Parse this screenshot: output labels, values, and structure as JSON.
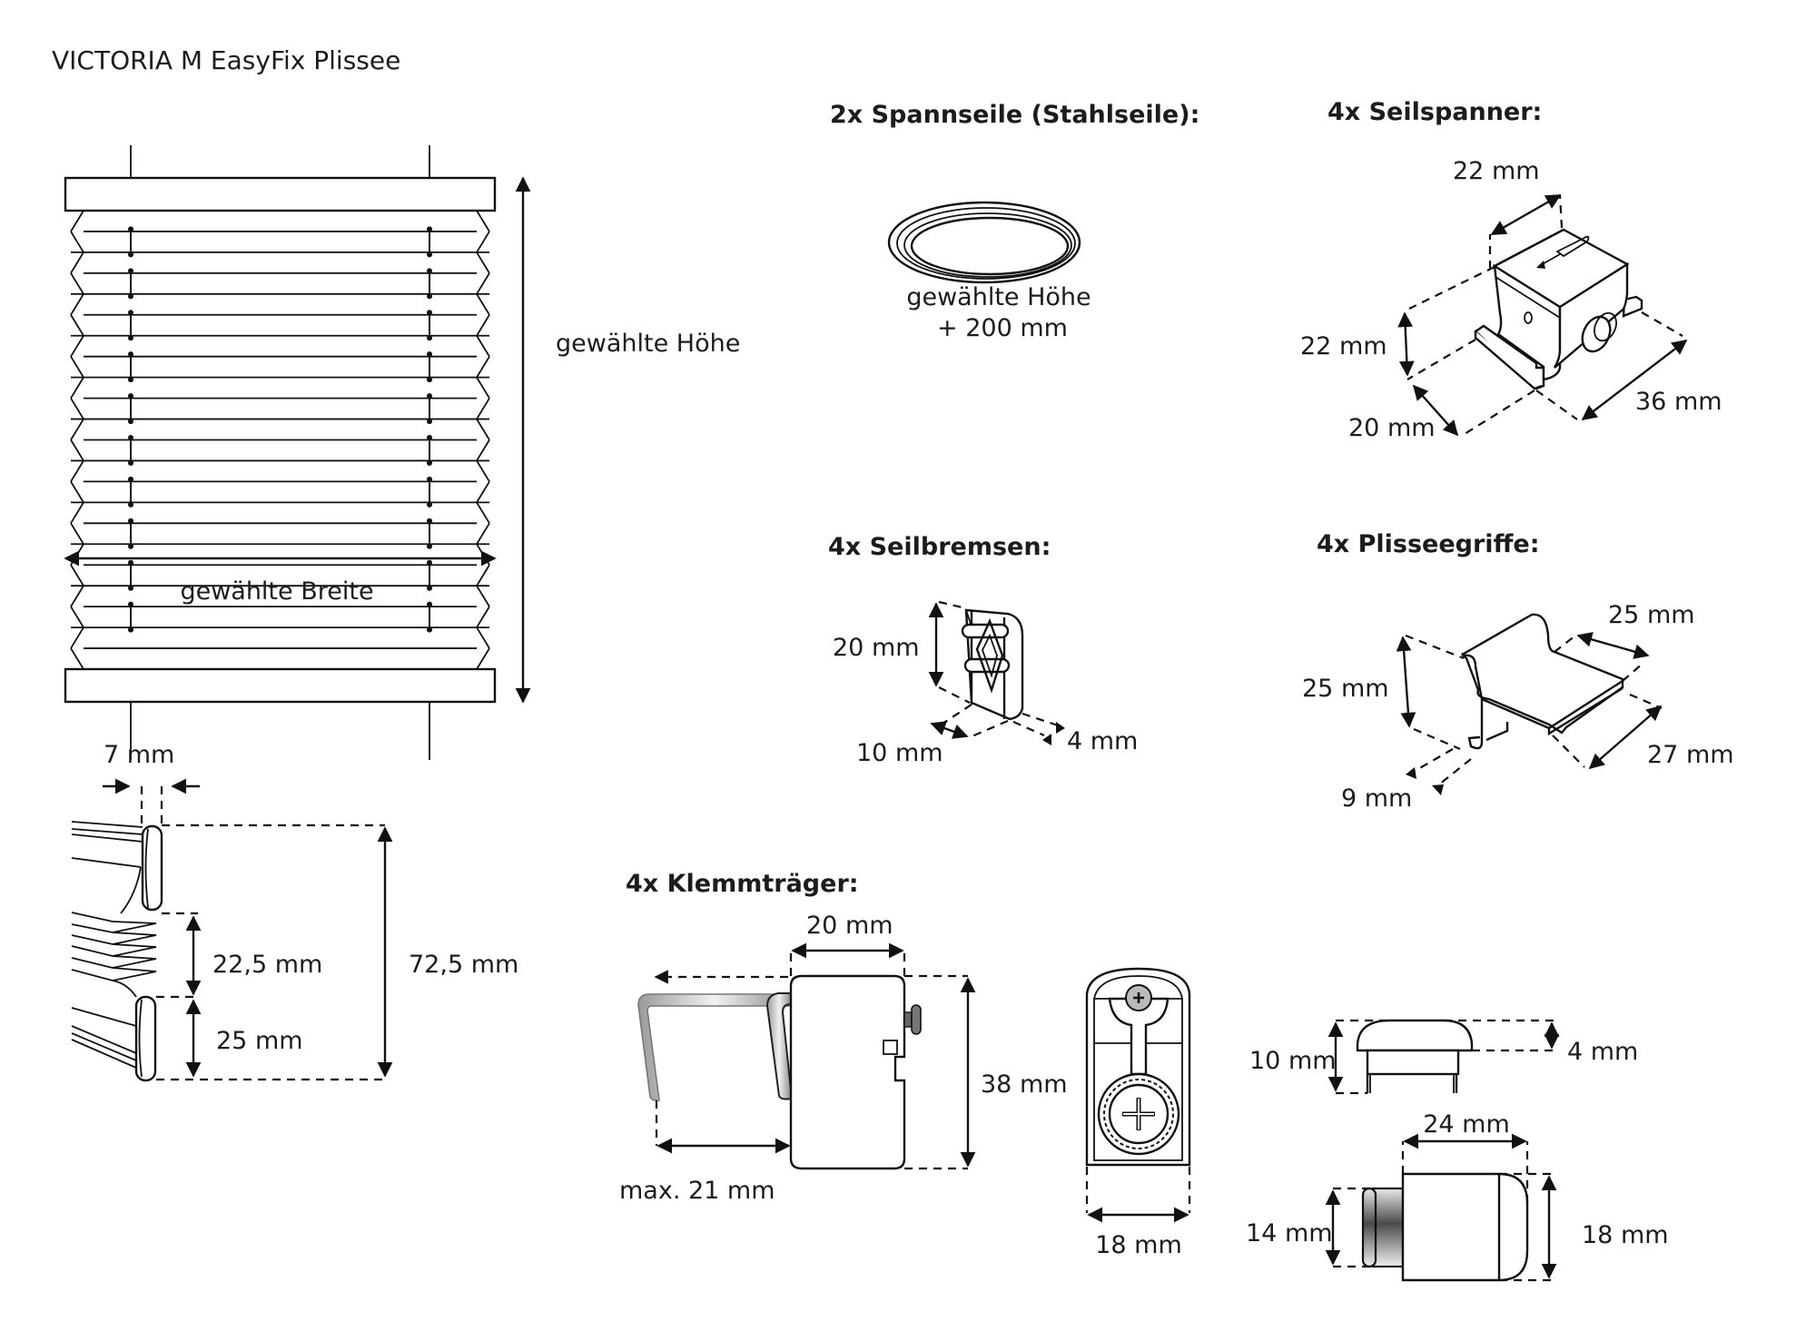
{
  "document": {
    "title": "VICTORIA M EasyFix Plissee"
  },
  "overview": {
    "height_label": "gewählte Höhe",
    "width_label": "gewählte Breite"
  },
  "profile": {
    "depth_label": "7 mm",
    "total_height_label": "72,5 mm",
    "pleat_pack_label": "22,5 mm",
    "rail_label": "25 mm"
  },
  "components": {
    "spannseile": {
      "heading": "2x Spannseile (Stahlseile):",
      "length_line1": "gewählte Höhe",
      "length_line2": "+ 200 mm"
    },
    "seilspanner": {
      "heading": "4x Seilspanner:",
      "dims": {
        "top": "22 mm",
        "height": "22 mm",
        "depth": "20 mm",
        "length": "36 mm"
      }
    },
    "seilbremsen": {
      "heading": "4x Seilbremsen:",
      "dims": {
        "height": "20 mm",
        "depth": "10 mm",
        "width": "4 mm"
      }
    },
    "plisseegriffe": {
      "heading": "4x Plisseegriffe:",
      "dims": {
        "top": "25 mm",
        "height": "25 mm",
        "length": "27 mm",
        "lip": "9 mm"
      }
    },
    "klemmtraeger": {
      "heading": "4x Klemmträger:",
      "dims": {
        "width": "20 mm",
        "height": "38 mm",
        "clamp": "max. 21 mm",
        "front_width": "18 mm"
      }
    },
    "cap": {
      "dims": {
        "total_height": "10 mm",
        "dome_height": "4 mm"
      }
    },
    "knob": {
      "dims": {
        "length": "24 mm",
        "stem_height": "14 mm",
        "height": "18 mm"
      }
    }
  },
  "icons": {
    "shade": "pleated-shade-icon",
    "coil": "steel-cable-coil-icon",
    "tensioner": "cable-tensioner-icon",
    "brake": "cable-brake-icon",
    "handle": "shade-handle-icon",
    "bracket": "clamp-bracket-icon",
    "bracket_front": "clamp-bracket-front-icon",
    "cap": "cap-icon",
    "knob": "knob-icon"
  }
}
